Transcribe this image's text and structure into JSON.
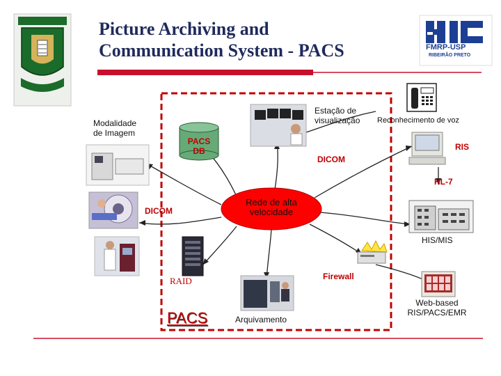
{
  "title": {
    "line1": "Picture Archiving and",
    "line2": "Communication System - PACS"
  },
  "logo_right": {
    "mark": "HC",
    "name": "FMRP-USP",
    "city": "RIBEIRÃO PRETO"
  },
  "labels": {
    "modalidade_line1": "Modalidade",
    "modalidade_line2": "de Imagem",
    "pacs_db_line1": "PACS",
    "pacs_db_line2": "DB",
    "estacao_line1": "Estação de",
    "estacao_line2": "visualização",
    "reconhecimento": "Reconhecimento de voz",
    "ris": "RIS",
    "dicom_top": "DICOM",
    "hl7": "HL-7",
    "dicom_left": "DICOM",
    "rede_line1": "Rede de alta",
    "rede_line2": "velocidade",
    "his_mis": "HIS/MIS",
    "raid": "RAID",
    "firewall": "Firewall",
    "pacs_bottom": "PACS",
    "arquivamento": "Arquivamento",
    "web_line1": "Web-based",
    "web_line2": "RIS/PACS/EMR"
  },
  "colors": {
    "title": "#1f2a5c",
    "accent_red": "#c00000",
    "hub_fill": "#ff0000",
    "db_fill": "#66aa77",
    "underline": "#c8102e",
    "logo_blue": "#1d3f93"
  }
}
